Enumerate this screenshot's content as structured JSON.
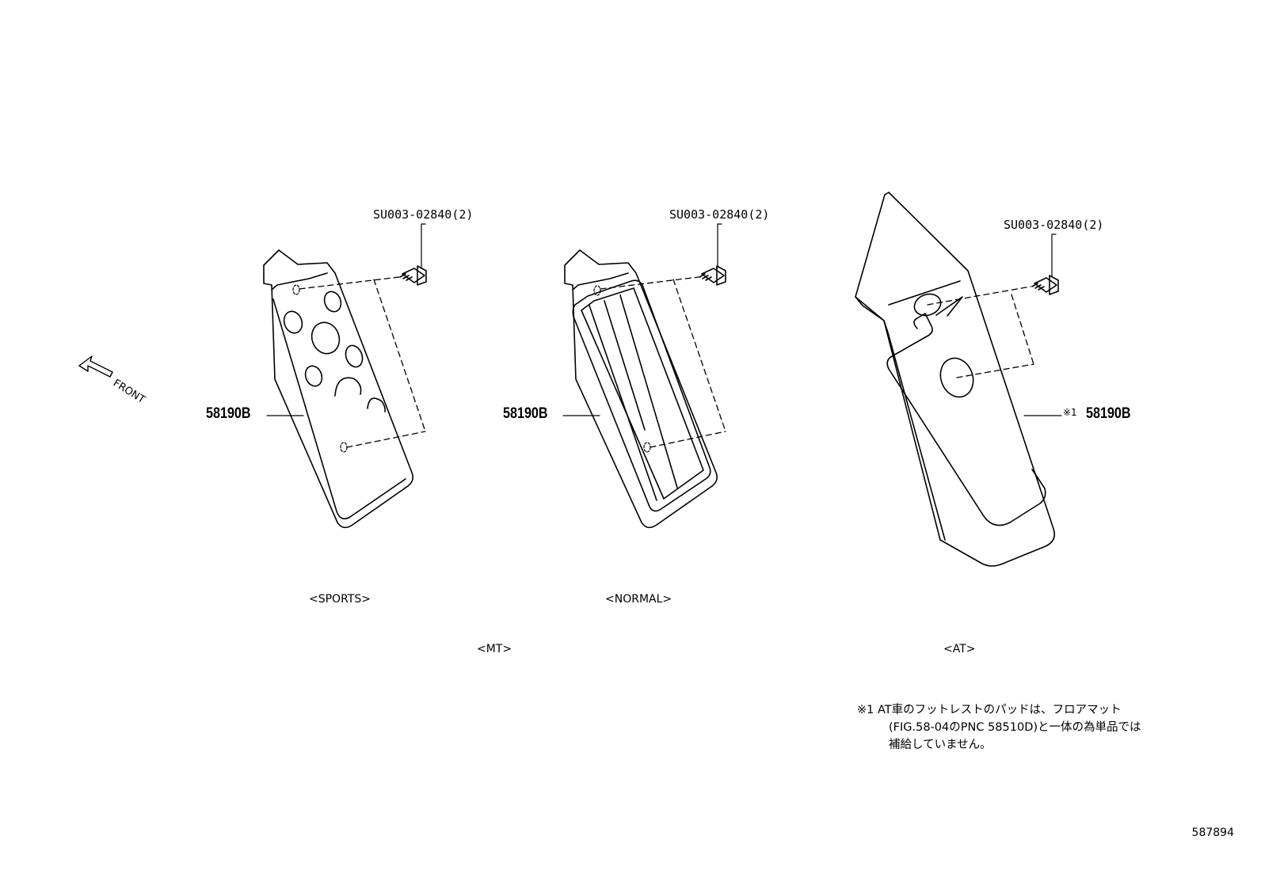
{
  "direction_label": "FRONT",
  "views": [
    {
      "part_number": "58190B",
      "bolt_label": "SU003-02840(2)",
      "caption": "<SPORTS>"
    },
    {
      "part_number": "58190B",
      "bolt_label": "SU003-02840(2)",
      "caption": "<NORMAL>"
    },
    {
      "part_number": "58190B",
      "bolt_label": "SU003-02840(2)",
      "caption": "<AT>",
      "note_marker": "※1"
    }
  ],
  "group_caption_mt": "<MT>",
  "note": {
    "marker": "※1",
    "lines": [
      "AT車のフットレストのパッドは、フロアマット",
      "(FIG.58-04のPNC 58510D)と一体の為単品では",
      "補給していません。"
    ]
  },
  "ref_number": "587894"
}
